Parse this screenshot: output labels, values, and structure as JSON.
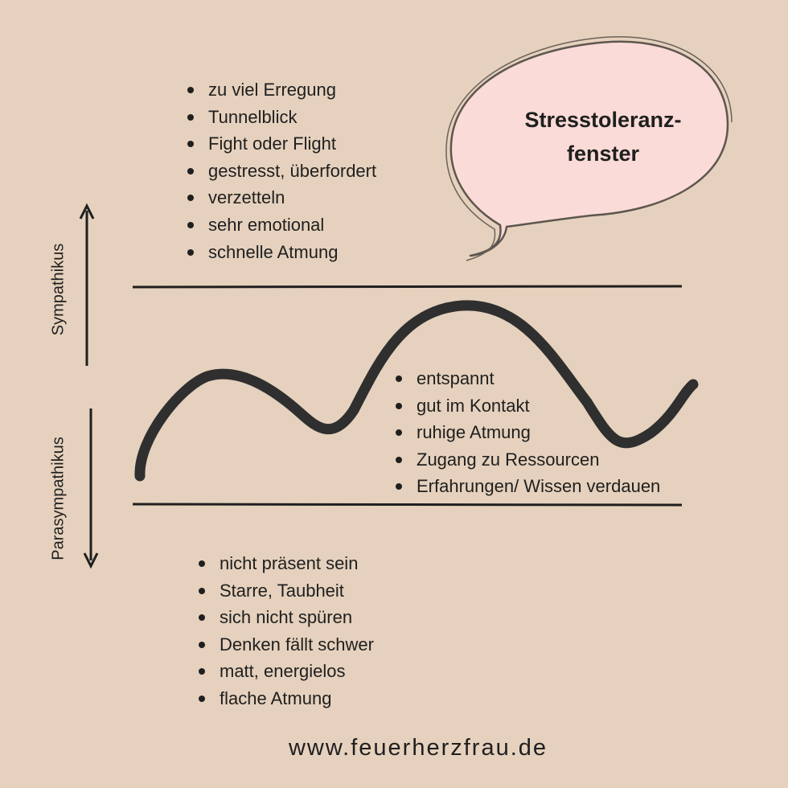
{
  "title": {
    "line1": "Stresstoleranz-",
    "line2": "fenster"
  },
  "axis": {
    "up_label": "Sympathikus",
    "down_label": "Parasympathikus"
  },
  "upper_zone": {
    "items": [
      "zu viel Erregung",
      "Tunnelblick",
      "Fight oder Flight",
      "gestresst, überfordert",
      "verzetteln",
      "sehr emotional",
      "schnelle Atmung"
    ]
  },
  "window_zone": {
    "items": [
      "entspannt",
      "gut im Kontakt",
      "ruhige Atmung",
      "Zugang zu Ressourcen",
      "Erfahrungen/ Wissen verdauen"
    ]
  },
  "lower_zone": {
    "items": [
      "nicht präsent sein",
      "Starre, Taubheit",
      "sich nicht spüren",
      "Denken fällt schwer",
      "matt, energielos",
      "flache Atmung"
    ]
  },
  "footer": {
    "website": "www.feuerherzfrau.de"
  },
  "colors": {
    "background": "#e5d1bd",
    "bubble_fill": "#fadbd7",
    "ink": "#1f1f1f",
    "wave": "#2f2f2f"
  }
}
